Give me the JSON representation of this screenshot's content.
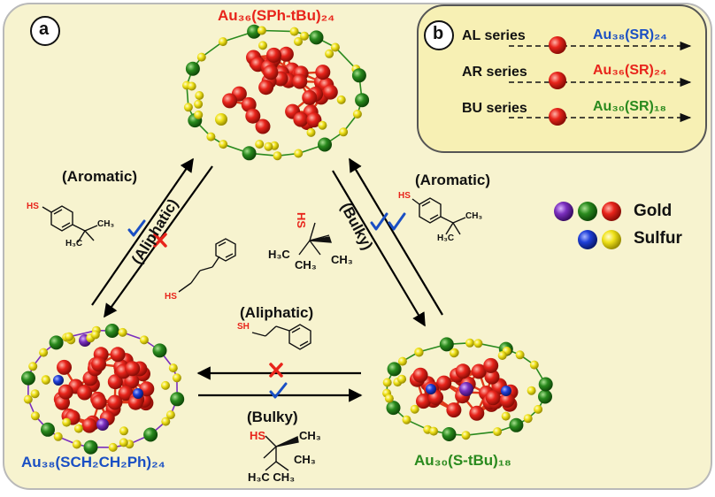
{
  "panels": {
    "a": "a",
    "b": "b"
  },
  "clusters": {
    "top": "Au₃₆(SPh-tBu)₂₄",
    "left": "Au₃₈(SCH₂CH₂Ph)₂₄",
    "right": "Au₃₀(S-tBu)₁₈"
  },
  "series": [
    {
      "name": "AL series",
      "product": "Au₃₈(SR)₂₄",
      "color": "#1a4fc4"
    },
    {
      "name": "AR series",
      "product": "Au₃₆(SR)₂₄",
      "color": "#e8241b"
    },
    {
      "name": "BU series",
      "product": "Au₃₀(SR)₁₈",
      "color": "#2a8a1e"
    }
  ],
  "reactions": {
    "left_up": "(Aromatic)",
    "left_down": "(Aliphatic)",
    "right_down": "(Bulky)",
    "right_up": "(Aromatic)",
    "bottom_left": "(Aliphatic)",
    "bottom_right": "(Bulky)"
  },
  "chem": {
    "sh": "SH",
    "hs": "HS",
    "ch3": "CH₃",
    "h3c": "H₃C",
    "h3c_ch3": "H₃C CH₃"
  },
  "legend": {
    "gold": "Gold",
    "sulfur": "Sulfur"
  },
  "colors": {
    "background_panel": "#f7f3cf",
    "gold_atoms": [
      "#7b2fbe",
      "#2a8a1e",
      "#e8241b"
    ],
    "sulfur_atoms": [
      "#1f3fd8",
      "#f0e21a"
    ],
    "check": "#1a4fc4",
    "cross": "#e8241b"
  }
}
